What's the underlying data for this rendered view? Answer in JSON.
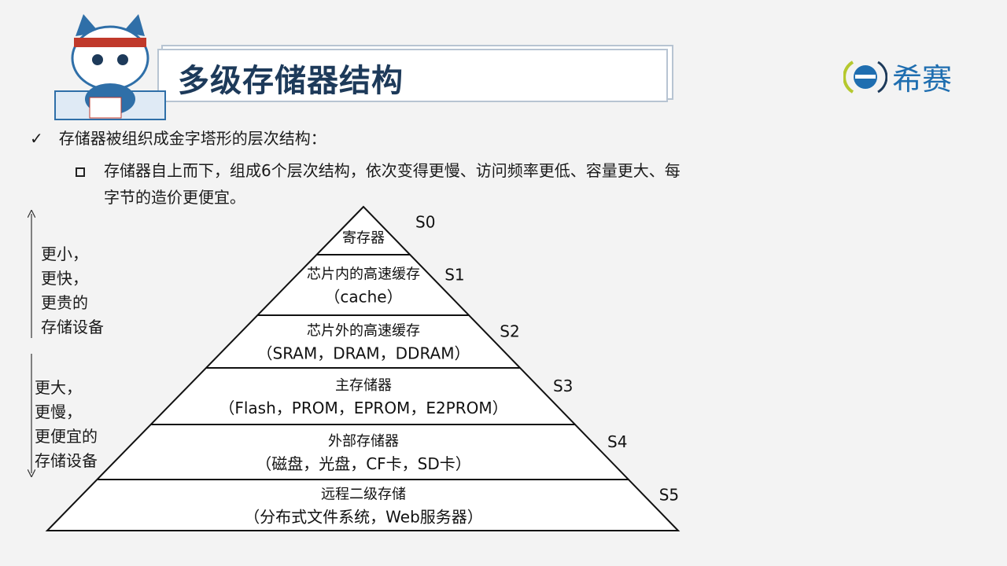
{
  "header": {
    "title": "多级存储器结构",
    "brand": "希赛",
    "brand_logo": "e-circle-logo",
    "mascot": "cat-mascot-icon"
  },
  "bullets": [
    {
      "icon": "check-icon",
      "text": "存储器被组织成金字塔形的层次结构："
    },
    {
      "icon": "square-bullet-icon",
      "text": "存储器自上而下，组成6个层次结构，依次变得更慢、访问频率更低、容量更大、每字节的造价更便宜。"
    }
  ],
  "side_labels": {
    "top": [
      "更小，",
      "更快，",
      "更贵的",
      "存储设备"
    ],
    "bottom": [
      "更大，",
      "更慢，",
      "更便宜的",
      "存储设备"
    ]
  },
  "levels": [
    {
      "id": "S0",
      "lines": [
        "寄存器"
      ]
    },
    {
      "id": "S1",
      "lines": [
        "芯片内的高速缓存",
        "（cache）"
      ]
    },
    {
      "id": "S2",
      "lines": [
        "芯片外的高速缓存",
        "（SRAM，DRAM，DDRAM）"
      ]
    },
    {
      "id": "S3",
      "lines": [
        "主存储器",
        "（Flash，PROM，EPROM，E2PROM）"
      ]
    },
    {
      "id": "S4",
      "lines": [
        "外部存储器",
        "（磁盘，光盘，CF卡，SD卡）"
      ]
    },
    {
      "id": "S5",
      "lines": [
        "远程二级存储",
        "（分布式文件系统，Web服务器）"
      ]
    }
  ]
}
